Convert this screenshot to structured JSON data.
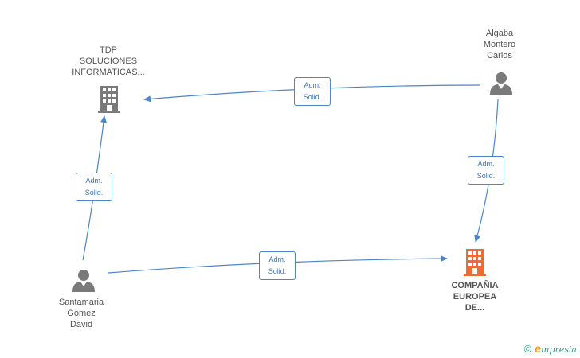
{
  "nodes": {
    "tdp": {
      "label": "TDP\nSOLUCIONES\nINFORMATICAS...",
      "icon": "building-icon",
      "color": "#7a7a7a"
    },
    "algaba": {
      "label": "Algaba\nMontero\nCarlos",
      "icon": "person-icon",
      "color": "#7a7a7a"
    },
    "santamaria": {
      "label": "Santamaria\nGomez\nDavid",
      "icon": "person-icon",
      "color": "#7a7a7a"
    },
    "compania": {
      "label": "COMPAÑIA\nEUROPEA\nDE...",
      "icon": "building-icon",
      "color": "#f06a35"
    }
  },
  "edges": [
    {
      "id": "algaba-tdp",
      "label": "Adm.\nSolid."
    },
    {
      "id": "santamaria-tdp",
      "label": "Adm.\nSolid."
    },
    {
      "id": "algaba-compania",
      "label": "Adm.\nSolid."
    },
    {
      "id": "santamaria-compania",
      "label": "Adm.\nSolid."
    }
  ],
  "edge_color": "#4a86c8",
  "footer": {
    "copyright": "©",
    "brand_e": "e",
    "brand_rest": "mpresia"
  }
}
